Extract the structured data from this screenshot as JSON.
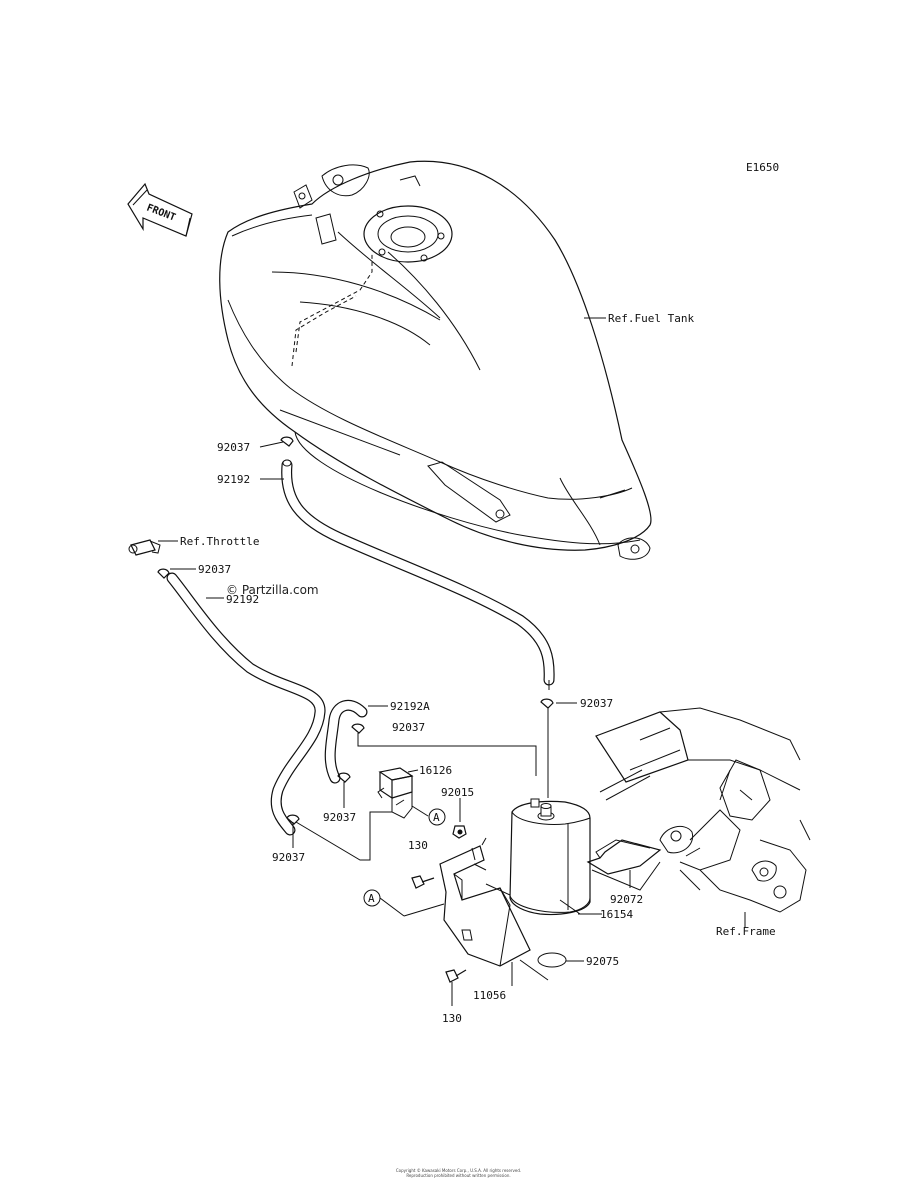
{
  "diagram_code": "E1650",
  "front_arrow_label": "FRONT",
  "watermark": "© Partzilla.com",
  "refs": {
    "fuel_tank": "Ref.Fuel Tank",
    "throttle": "Ref.Throttle",
    "frame": "Ref.Frame"
  },
  "callout_letter": "A",
  "parts": {
    "clamp_tank": "92037",
    "hose_tank": "92192",
    "clamp_throttle": "92037",
    "hose_throttle": "92192",
    "hose_a": "92192A",
    "clamp_a": "92037",
    "clamp_right": "92037",
    "valve": "16126",
    "nut": "92015",
    "bolt_valve": "130",
    "clamp_mid": "92037",
    "clamp_left": "92037",
    "band": "92072",
    "canister": "16154",
    "cap": "92075",
    "bracket": "11056",
    "bolt_bottom": "130"
  },
  "copyright_lines": [
    "Copyright © Kawasaki Motors Corp., U.S.A. All rights reserved.",
    "Reproduction prohibited without written permission."
  ]
}
